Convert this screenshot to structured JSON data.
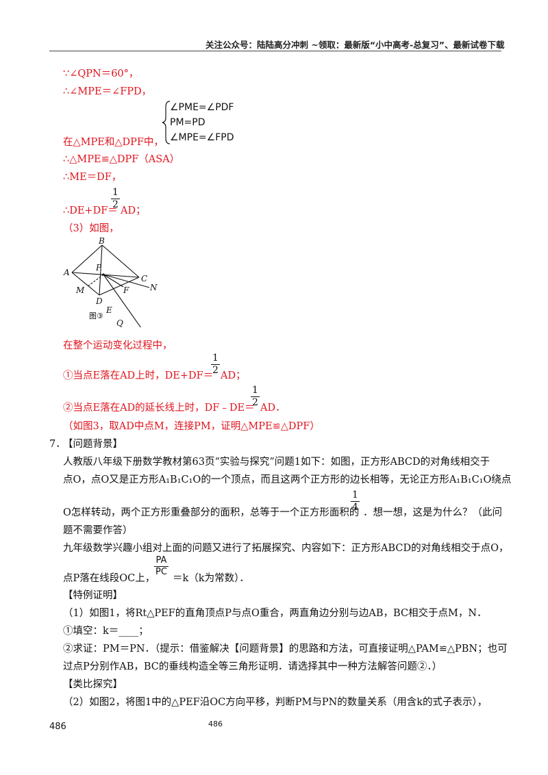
{
  "header": {
    "text": "关注公众号：陆陆高分冲刺 ~领取：最新版“小中高考-总复习”、最新试卷下载"
  },
  "solution": {
    "l1": "∵∠QPN＝60°，",
    "l2": "∴∠MPE＝∠FPD，",
    "l3": "在△MPE和△DPF中，",
    "sys1": "∠PME=∠PDF",
    "sys2": "PM=PD",
    "sys3": "∠MPE=∠FPD",
    "l4": "∴△MPE≌△DPF（ASA）",
    "l5": "∴ME＝DF，",
    "l6a": "∴DE+DF＝",
    "l6b": "AD；",
    "l7": "（3）如图，",
    "fig_labels": {
      "A": "A",
      "B": "B",
      "C": "C",
      "N": "N",
      "P": "P",
      "M": "M",
      "F": "F",
      "D": "D",
      "E": "E",
      "Q": "Q",
      "caption": "图③"
    },
    "l8": "在整个运动变化过程中，",
    "l9a": "①当点E落在AD上时，DE+DF＝",
    "l9b": "AD；",
    "l10a": "②当点E落在AD的延长线上时，DF﹣DE＝",
    "l10b": "AD．",
    "l11": "（如图3，取AD中点M，连接PM，证明△MPE≌△DPF）",
    "half_num": "1",
    "half_den": "2"
  },
  "problem": {
    "number": "7．",
    "tag1": "【问题背景】",
    "p1": "人教版八年级下册数学教材第63页“实验与探究”问题1如下：如图，正方形ABCD的对角线相交于",
    "p2": "点O，点O又是正方形A₁B₁C₁O的一个顶点，而且这两个正方形的边长相等，无论正方形A₁B₁C₁O绕点",
    "p3a": "O怎样转动，两个正方形重叠部分的面积，总等于一个正方形面积的",
    "p3b": "．想一想，这是为什么？（此问",
    "quarter_num": "1",
    "quarter_den": "4",
    "p4": "题不需要作答）",
    "p5": "九年级数学兴趣小组对上面的问题又进行了拓展探究、内容如下：正方形ABCD的对角线相交于点O，",
    "p6a": "点P落在线段OC上，",
    "p6b": "＝k（k为常数）．",
    "ratio_num": "PA",
    "ratio_den": "PC",
    "tag2": "【特例证明】",
    "p7": "（1）如图1，将Rt△PEF的直角顶点P与点O重合，两直角边分别与边AB，BC相交于点M，N．",
    "p8": "①填空：k＝____；",
    "p9": "②求证：PM＝PN．（提示：借鉴解决【问题背景】的思路和方法，可直接证明△PAM≌△PBN；也可",
    "p10": "过点P分别作AB，BC的垂线构造全等三角形证明．请选择其中一种方法解答问题②．）",
    "tag3": "【类比探究】",
    "p11": "（2）如图2，将图1中的△PEF沿OC方向平移，判断PM与PN的数量关系（用含k的式子表示），"
  },
  "footer": {
    "page_left": "486",
    "page_center": "486"
  }
}
